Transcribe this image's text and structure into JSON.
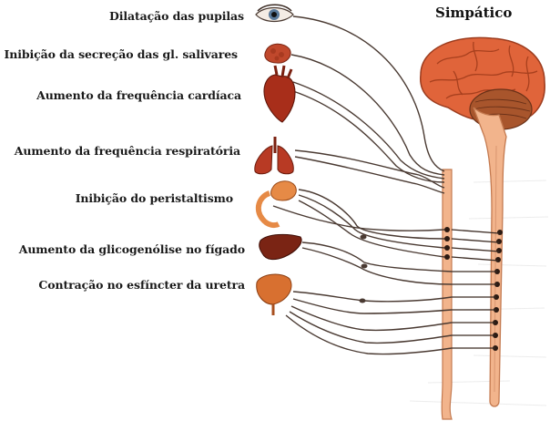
{
  "title": "Simpático",
  "effects": [
    {
      "label": "Dilatação das pupilas",
      "organ_icon": "eye-icon"
    },
    {
      "label": "Inibição da secreção das gl. salivares",
      "organ_icon": "salivary-gland-icon"
    },
    {
      "label": "Aumento da frequência cardíaca",
      "organ_icon": "heart-icon"
    },
    {
      "label": "Aumento da frequência respiratória",
      "organ_icon": "lungs-icon"
    },
    {
      "label": "Inibição do peristaltismo",
      "organ_icon": "stomach-icon"
    },
    {
      "label": "Aumento da glicogenólise no fígado",
      "organ_icon": "liver-icon"
    },
    {
      "label": "Contração no esfíncter da uretra",
      "organ_icon": "bladder-icon"
    }
  ],
  "colors": {
    "brain": "#e0643a",
    "cerebellum": "#a8552c",
    "spinal_cord": "#f2b48c",
    "nerve": "#4a3a32",
    "organ": "#b03a22"
  }
}
